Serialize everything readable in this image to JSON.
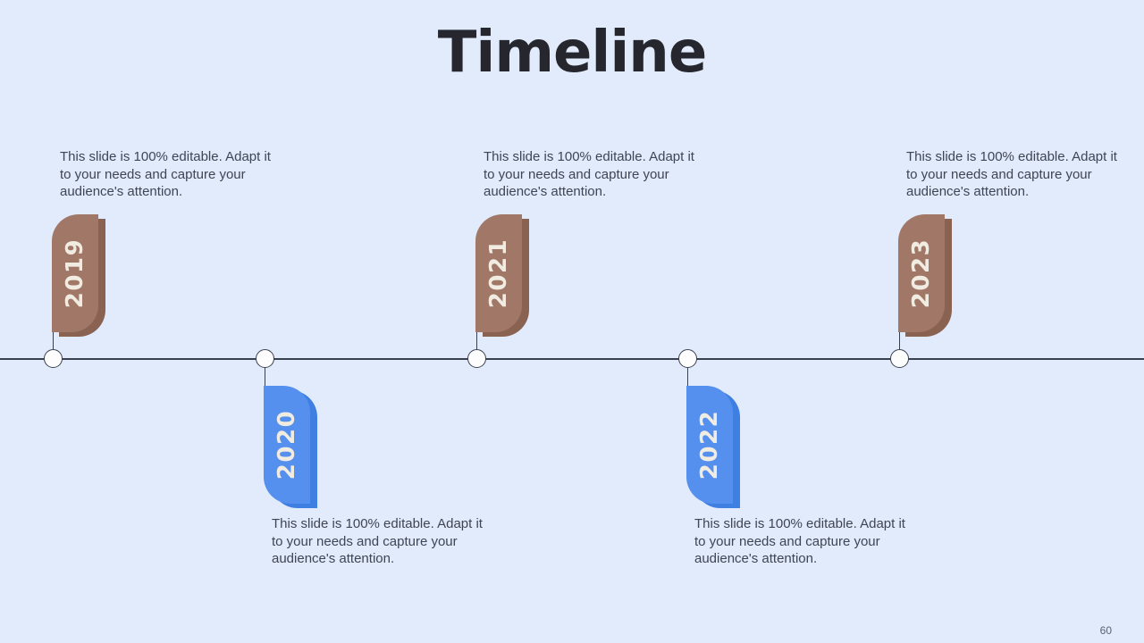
{
  "slide": {
    "title": "Timeline",
    "page_number": "60"
  },
  "events": [
    {
      "year": "2019",
      "position": "above",
      "scheme": "brown",
      "description": "This slide is 100% editable. Adapt it to your needs and capture your audience's attention."
    },
    {
      "year": "2020",
      "position": "below",
      "scheme": "blue",
      "description": "This slide is 100% editable. Adapt it to your needs and capture your audience's attention."
    },
    {
      "year": "2021",
      "position": "above",
      "scheme": "brown",
      "description": "This slide is 100% editable. Adapt it to your needs and capture your audience's attention."
    },
    {
      "year": "2022",
      "position": "below",
      "scheme": "blue",
      "description": "This slide is 100% editable. Adapt it to your needs and capture your audience's attention."
    },
    {
      "year": "2023",
      "position": "above",
      "scheme": "brown",
      "description": "This slide is 100% editable. Adapt it to your needs and capture your audience's attention."
    }
  ],
  "colors": {
    "background": "#e2ebfb",
    "title": "#26272e",
    "body_text": "#3e4553",
    "line": "#39404e",
    "node_fill": "#fdfdfd",
    "flag_brown": "#a17867",
    "flag_brown_dark": "#8a6252",
    "flag_blue": "#5590ee",
    "flag_blue_dark": "#3f7fe2",
    "year_text": "#f1ece2",
    "page_number": "#5b6270"
  }
}
